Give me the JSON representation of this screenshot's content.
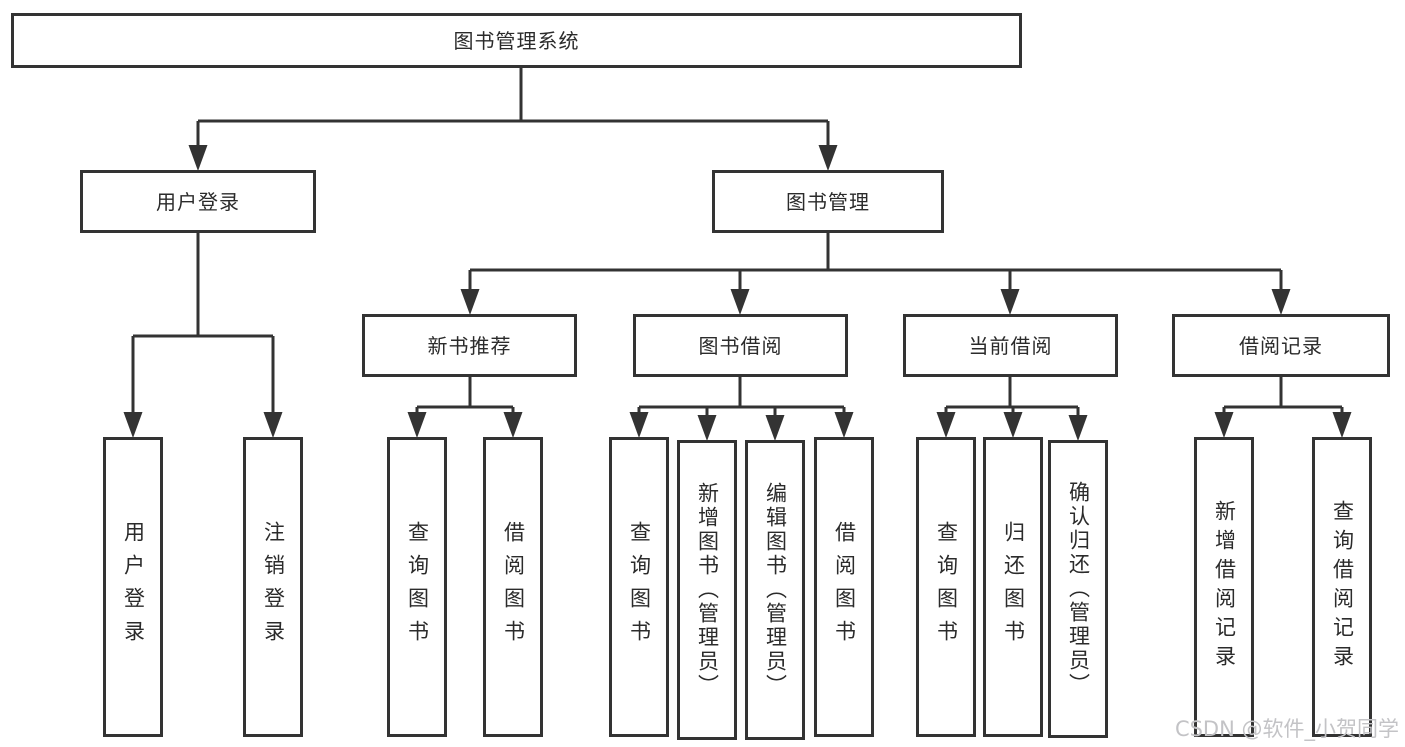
{
  "diagram": {
    "title": "图书管理系统",
    "branches": [
      {
        "label": "用户登录",
        "children": [
          {
            "label": "用户登录"
          },
          {
            "label": "注销登录"
          }
        ]
      },
      {
        "label": "图书管理",
        "children": [
          {
            "label": "新书推荐",
            "children": [
              {
                "label": "查询图书"
              },
              {
                "label": "借阅图书"
              }
            ]
          },
          {
            "label": "图书借阅",
            "children": [
              {
                "label": "查询图书"
              },
              {
                "label": "新增图书（管理员）"
              },
              {
                "label": "编辑图书（管理员）"
              },
              {
                "label": "借阅图书"
              }
            ]
          },
          {
            "label": "当前借阅",
            "children": [
              {
                "label": "查询图书"
              },
              {
                "label": "归还图书"
              },
              {
                "label": "确认归还（管理员）"
              }
            ]
          },
          {
            "label": "借阅记录",
            "children": [
              {
                "label": "新增借阅记录"
              },
              {
                "label": "查询借阅记录"
              }
            ]
          }
        ]
      }
    ]
  },
  "watermark": "CSDN @软件_小贺同学",
  "colors": {
    "line": "#333333",
    "box_fill": "#ffffff",
    "text": "#2b2b2b",
    "watermark": "#c3c3c6"
  }
}
